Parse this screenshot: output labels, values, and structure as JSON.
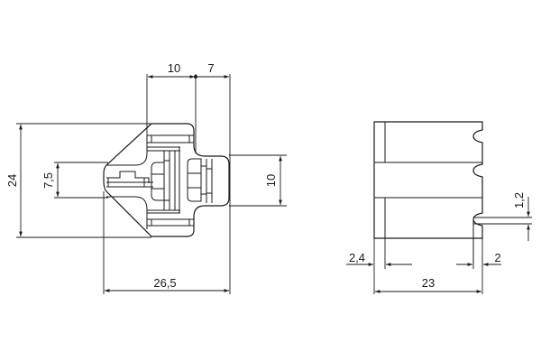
{
  "drawing": {
    "title": "Relay socket dimension drawing",
    "units": "mm",
    "front_view": {
      "dimensions": {
        "top_left_span": "10",
        "top_right_span": "7",
        "overall_height": "24",
        "slot_height": "7,5",
        "right_tab_height": "10",
        "overall_width": "26,5"
      }
    },
    "side_view": {
      "dimensions": {
        "left_offset": "2,4",
        "right_offset": "2",
        "overall_length": "23",
        "pin_thickness": "1,2"
      }
    }
  }
}
